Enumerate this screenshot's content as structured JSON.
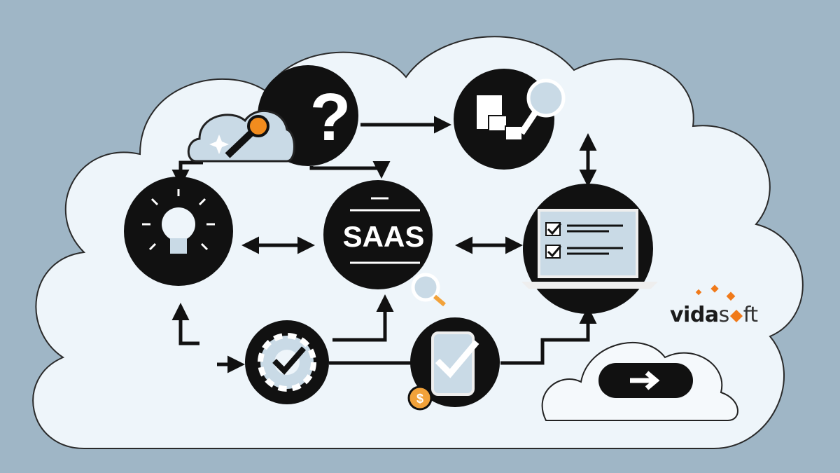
{
  "center_label": "SAAS",
  "logo": {
    "bold_part": "vida",
    "light_part_1": "s",
    "light_part_2": "ft",
    "full": "vidasoft"
  },
  "nodes": [
    "cloud-question",
    "document-search",
    "lightbulb",
    "saas",
    "laptop-checklist",
    "gear-check",
    "phone-check",
    "cloud-arrow"
  ],
  "colors": {
    "background": "#9fb6c6",
    "cloud": "#eef5fa",
    "node": "#111111",
    "accent": "#f28c1e",
    "icon_fill": "#c9dae6"
  }
}
